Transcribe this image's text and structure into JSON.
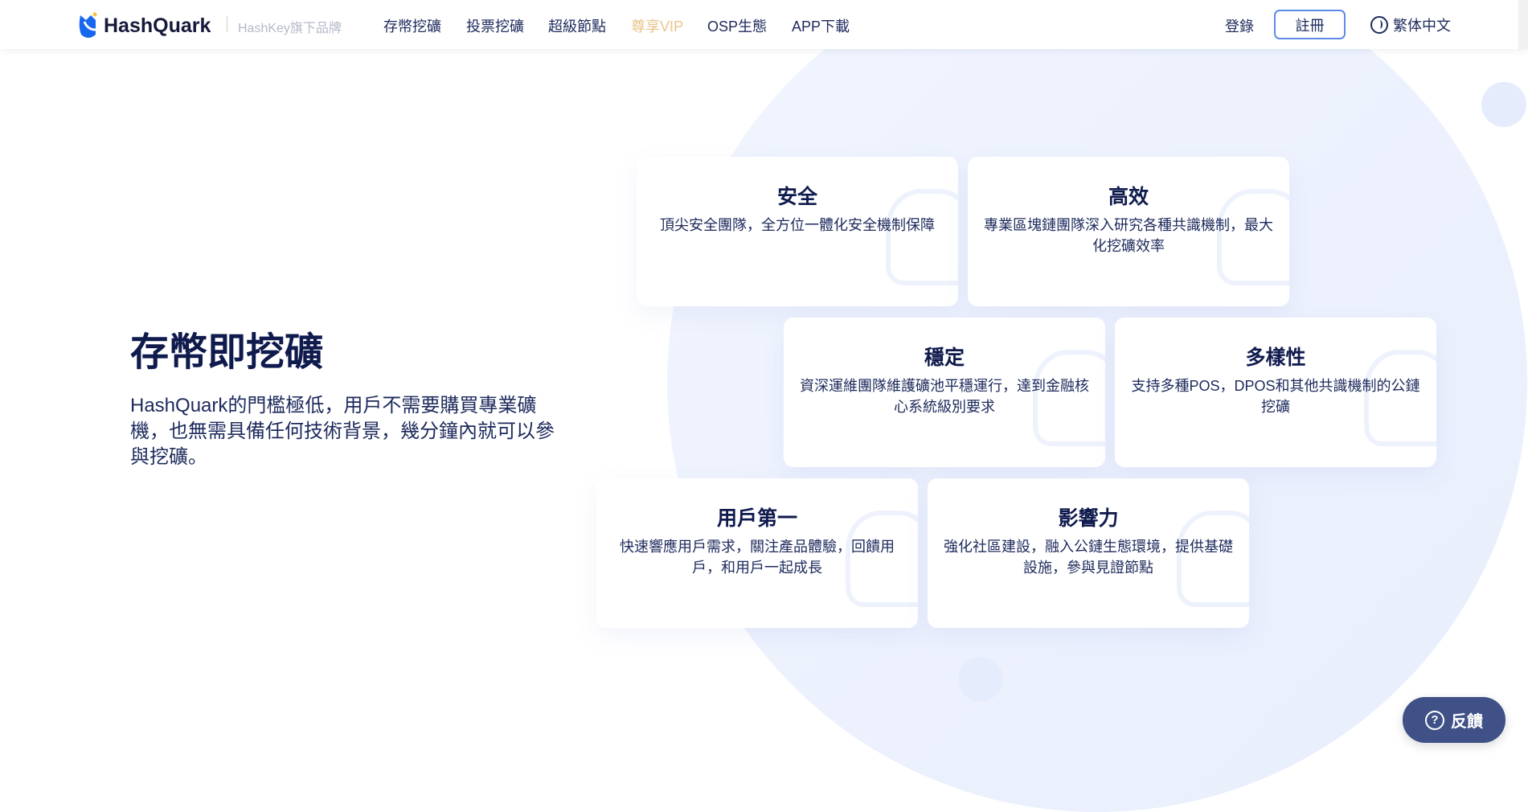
{
  "nav": {
    "logo": "HashQuark",
    "sub_brand": "HashKey旗下品牌",
    "items": [
      "存幣挖礦",
      "投票挖礦",
      "超級節點",
      "尊享VIP",
      "OSP生態",
      "APP下載"
    ],
    "login": "登錄",
    "register": "註冊",
    "language": "繁体中文"
  },
  "hero": {
    "title": "存幣即挖礦",
    "description": "HashQuark的門檻極低，用戶不需要購買專業礦機，也無需具備任何技術背景，幾分鐘內就可以參與挖礦。"
  },
  "features": [
    {
      "title": "安全",
      "desc": "頂尖安全團隊，全方位一體化安全機制保障"
    },
    {
      "title": "高效",
      "desc": "專業區塊鏈團隊深入研究各種共識機制，最大化挖礦效率"
    },
    {
      "title": "穩定",
      "desc": "資深運維團隊維護礦池平穩運行，達到金融核心系統級別要求"
    },
    {
      "title": "多樣性",
      "desc": "支持多種POS，DPOS和其他共識機制的公鏈挖礦"
    },
    {
      "title": "用戶第一",
      "desc": "快速響應用戶需求，關注產品體驗，回饋用戶，和用戶一起成長"
    },
    {
      "title": "影響力",
      "desc": "強化社區建設，融入公鏈生態環境，提供基礎設施，參與見證節點"
    }
  ],
  "feedback": {
    "icon": "question-icon",
    "label": "反饋"
  },
  "colors": {
    "accent_vip": "#e8c48a",
    "primary_text": "#0f1a4d",
    "feedback_bg": "#3f5186"
  }
}
